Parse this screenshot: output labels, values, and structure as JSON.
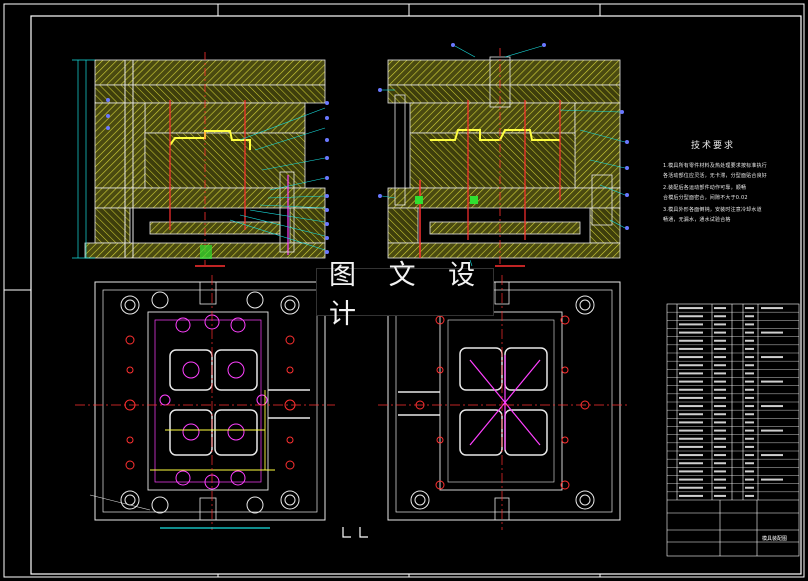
{
  "watermark": {
    "text": "图 文 设 计"
  },
  "technical_notes": {
    "title": "技术要求",
    "lines": [
      "1.模具所有零件材料及热处理要求按标准执行",
      "各活动部位应灵活，无卡滞，分型面贴合良好",
      "2.装配后各运动部件动作可靠，顺畅",
      "合模后分型面密合，间隙不大于0.02",
      "3.模具外形各面倒钝，安装时注意冷却水道",
      "畅通，无漏水，通水试验合格"
    ]
  },
  "title_block": {
    "label": "模具装配图"
  },
  "colors": {
    "background": "#000000",
    "frame": "#ffffff",
    "hatch": "#c8c832",
    "outline": "#e8e8e8",
    "cavity_magenta": "#ff40ff",
    "centerline_red": "#ff3030",
    "dimension_cyan": "#18e0e0",
    "balloon_blue": "#6a78ff",
    "text_yellow": "#ffff40",
    "green": "#30e030"
  }
}
